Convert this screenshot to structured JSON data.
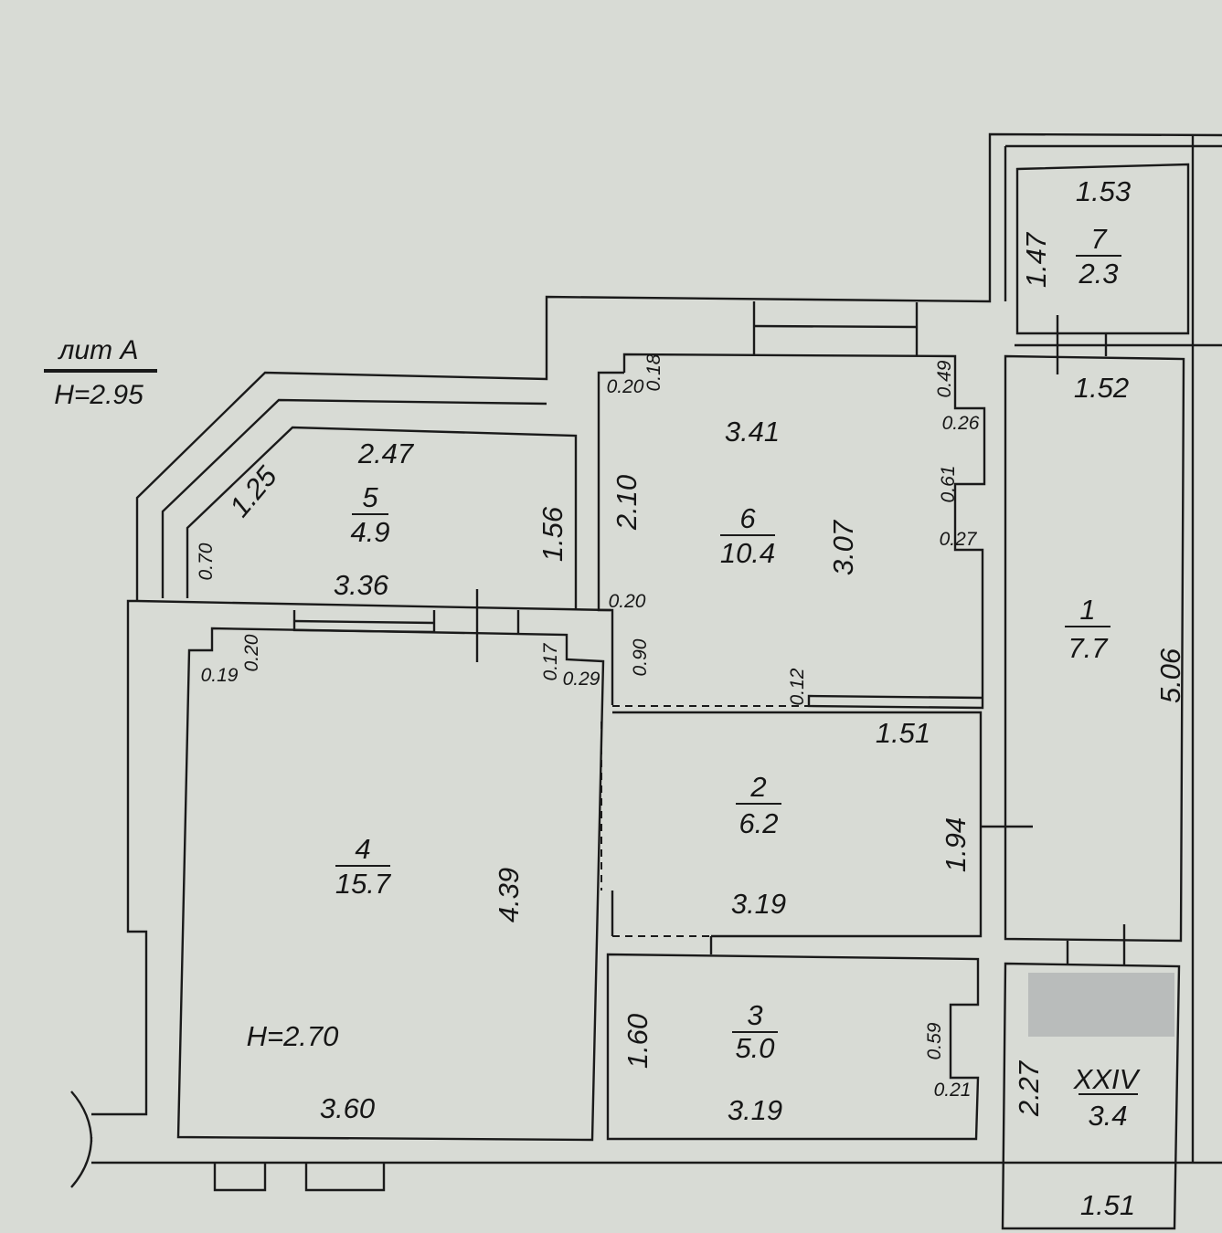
{
  "header": {
    "liter": "лит А",
    "height": "H=2.95"
  },
  "rooms": {
    "r5": {
      "number": "5",
      "area": "4.9",
      "dims": [
        "2.47",
        "1.25",
        "1.56",
        "0.70",
        "3.36"
      ]
    },
    "r6": {
      "number": "6",
      "area": "10.4",
      "dims": [
        "0.20",
        "0.18",
        "3.41",
        "2.10",
        "3.07",
        "0.49",
        "0.26",
        "0.61",
        "0.27",
        "0.20",
        "0.90",
        "0.12"
      ]
    },
    "r4": {
      "number": "4",
      "area": "15.7",
      "height": "H=2.70",
      "dims": [
        "0.20",
        "0.19",
        "0.17",
        "0.29",
        "4.39",
        "3.60"
      ]
    },
    "r2": {
      "number": "2",
      "area": "6.2",
      "dims": [
        "1.51",
        "1.94",
        "3.19"
      ]
    },
    "r3": {
      "number": "3",
      "area": "5.0",
      "dims": [
        "1.60",
        "0.59",
        "0.21",
        "3.19"
      ]
    },
    "r7": {
      "number": "7",
      "area": "2.3",
      "dims": [
        "1.53",
        "1.47"
      ]
    },
    "r1": {
      "number": "1",
      "area": "7.7",
      "dims": [
        "1.52",
        "5.06"
      ]
    },
    "rXXIV": {
      "number": "XXIV",
      "area": "3.4",
      "dims": [
        "2.27",
        "1.51"
      ]
    }
  }
}
